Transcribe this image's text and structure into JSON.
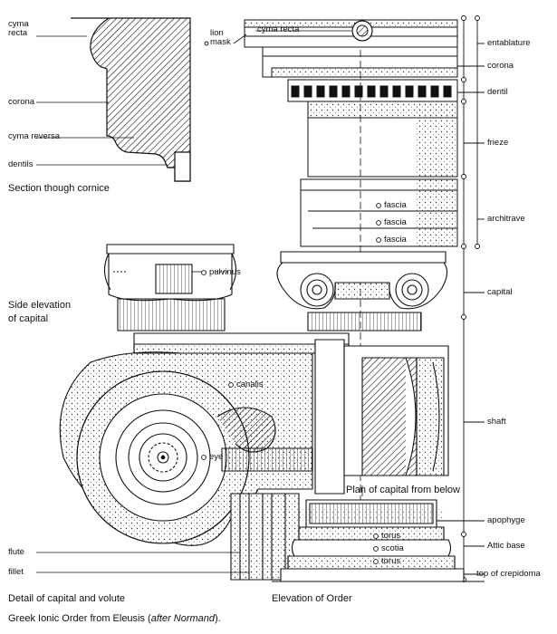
{
  "labels": {
    "cyma_recta_left": "cyma\nrecta",
    "corona_left": "corona",
    "cyma_reversa": "cyma reversa",
    "dentils_left": "dentils",
    "lion_mask": "lion\nmask",
    "cyma_recta_top": "cyma recta",
    "entablature": "entablature",
    "corona_right": "corona",
    "dentil": "dentil",
    "frieze": "frieze",
    "fascia_1": "fascia",
    "fascia_2": "fascia",
    "fascia_3": "fascia",
    "architrave": "architrave",
    "pulvinus": "pulvinus",
    "capital": "capital",
    "canalis": "canalis",
    "eye": "eye",
    "shaft": "shaft",
    "apophyge": "apophyge",
    "torus_1": "torus",
    "scotia": "scotia",
    "torus_2": "torus",
    "attic_base": "Attic base",
    "flute": "flute",
    "fillet": "fillet",
    "top_of_crepidoma": "top of crepidoma"
  },
  "captions": {
    "section_cornice": "Section though cornice",
    "side_elevation": "Side elevation\nof capital",
    "plan_capital": "Plan of capital from below",
    "detail_capital": "Detail of capital and volute",
    "elevation_order": "Elevation of Order",
    "figure_caption_pre": "Greek Ionic Order from Eleusis (",
    "figure_caption_italic": "after Normand",
    "figure_caption_post": ")."
  },
  "colors": {
    "ink": "#111111",
    "paper": "#ffffff",
    "shade": "#555555"
  }
}
